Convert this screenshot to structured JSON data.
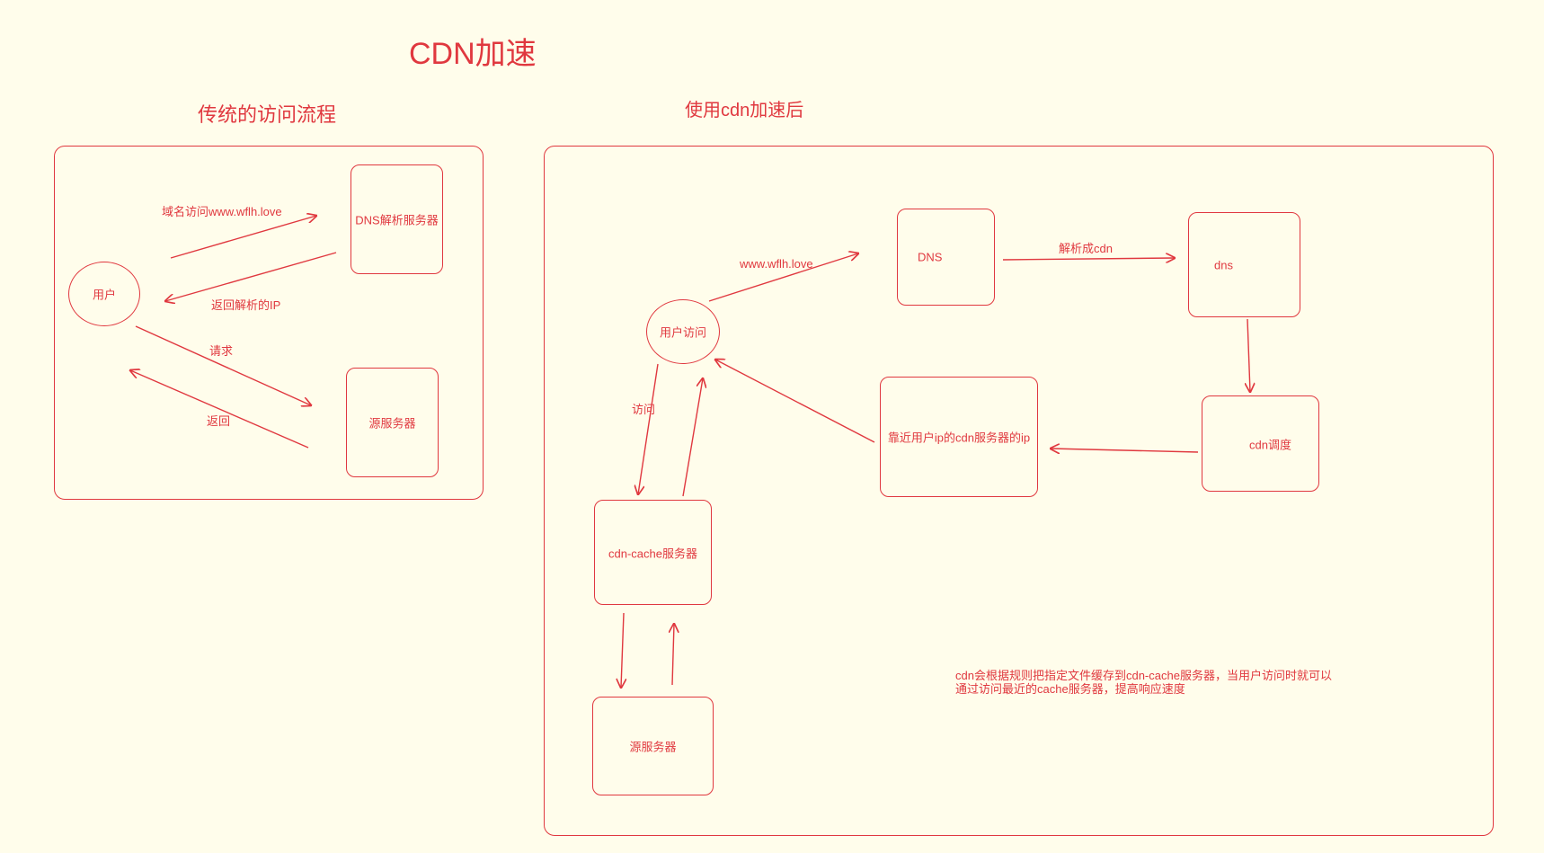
{
  "title": "CDN加速",
  "traditional": {
    "title": "传统的访问流程",
    "nodes": {
      "user": "用户",
      "dns_server": "DNS解析服务器",
      "origin_server": "源服务器"
    },
    "edges": {
      "domain_access": "域名访问www.wflh.love",
      "return_ip": "返回解析的IP",
      "request": "请求",
      "response": "返回"
    }
  },
  "cdn": {
    "title": "使用cdn加速后",
    "nodes": {
      "user_access": "用户访问",
      "dns": "DNS",
      "dns_lower": "dns",
      "cdn_schedule": "cdn调度",
      "nearest_ip": "靠近用户ip的cdn服务器的ip",
      "cdn_cache": "cdn-cache服务器",
      "origin_server": "源服务器"
    },
    "edges": {
      "www": "www.wflh.love",
      "resolve_cdn": "解析成cdn",
      "access": "访问"
    },
    "note": "cdn会根据规则把指定文件缓存到cdn-cache服务器，当用户访问时就可以通过访问最近的cache服务器，提高响应速度"
  },
  "colors": {
    "stroke": "#e0383f",
    "background": "#fffdeb"
  }
}
